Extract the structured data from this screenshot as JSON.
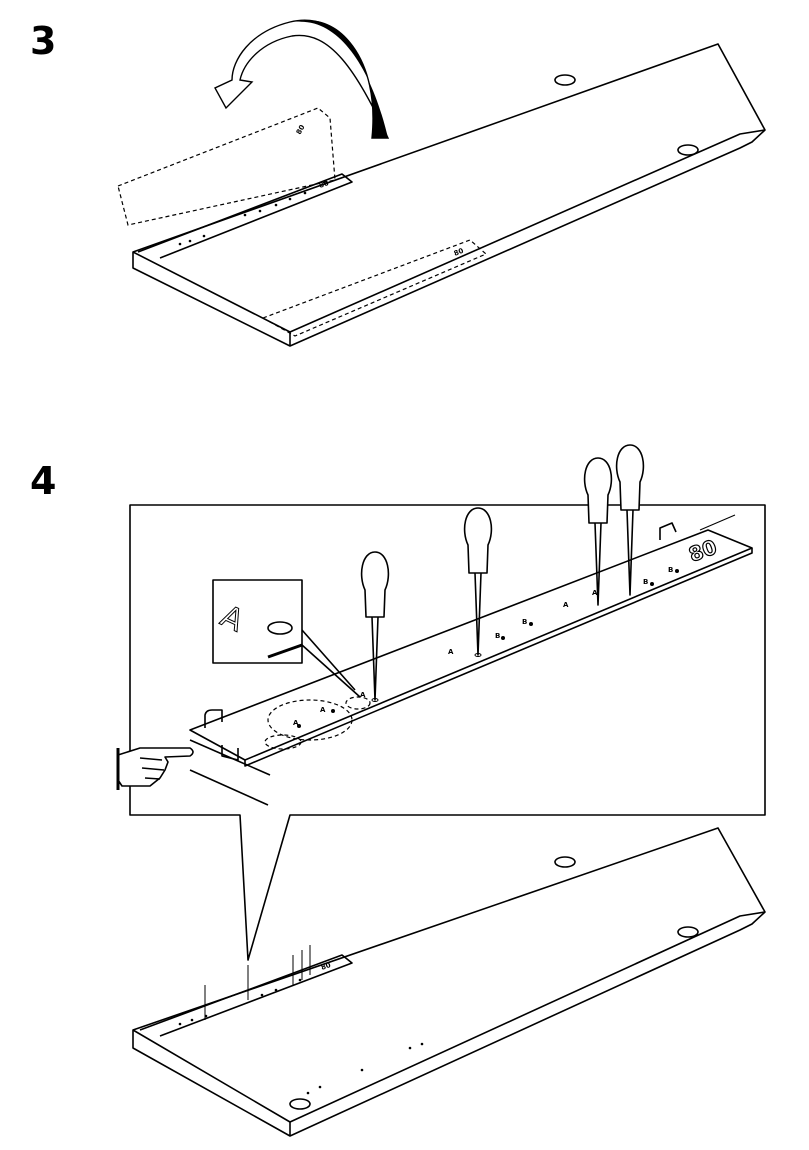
{
  "steps": [
    {
      "number": "3"
    },
    {
      "number": "4"
    }
  ],
  "template": {
    "size_label": "80",
    "hole_label_a": "A",
    "hole_label_b": "B"
  },
  "detail_callout": {
    "label": "A"
  }
}
